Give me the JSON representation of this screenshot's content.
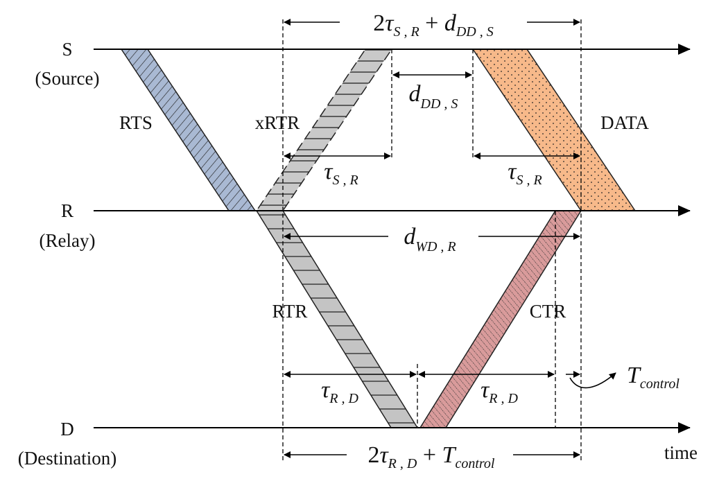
{
  "axes": {
    "s_label": "S",
    "s_sub": "(Source)",
    "r_label": "R",
    "r_sub": "(Relay)",
    "d_label": "D",
    "d_sub": "(Destination)",
    "time_label": "time"
  },
  "packets": {
    "rts": "RTS",
    "xrtr": "xRTR",
    "data": "DATA",
    "rtr": "RTR",
    "ctr": "CTR"
  },
  "colors": {
    "rts": "#a9b9d3",
    "xrtr": "#c9c9c9",
    "rtr": "#c4c4c4",
    "data": "#f7b98a",
    "ctr": "#d99b9b"
  },
  "annotations": {
    "top": {
      "lead": "2",
      "tau": "τ",
      "tau_sub": "S , R",
      "plus": " + ",
      "d": "d",
      "d_sub": "DD , S"
    },
    "dds": {
      "d": "d",
      "d_sub": "DD , S"
    },
    "tau_sr_left": {
      "tau": "τ",
      "sub": "S , R"
    },
    "tau_sr_right": {
      "tau": "τ",
      "sub": "S , R"
    },
    "dwd": {
      "d": "d",
      "d_sub": "WD , R"
    },
    "tau_rd_left": {
      "tau": "τ",
      "sub": "R , D"
    },
    "tau_rd_right": {
      "tau": "τ",
      "sub": "R , D"
    },
    "tcontrol": {
      "t": "T",
      "sub": "control"
    },
    "bottom": {
      "lead": "2",
      "tau": "τ",
      "tau_sub": "R , D",
      "plus": " + ",
      "t": "T",
      "t_sub": "control"
    }
  }
}
